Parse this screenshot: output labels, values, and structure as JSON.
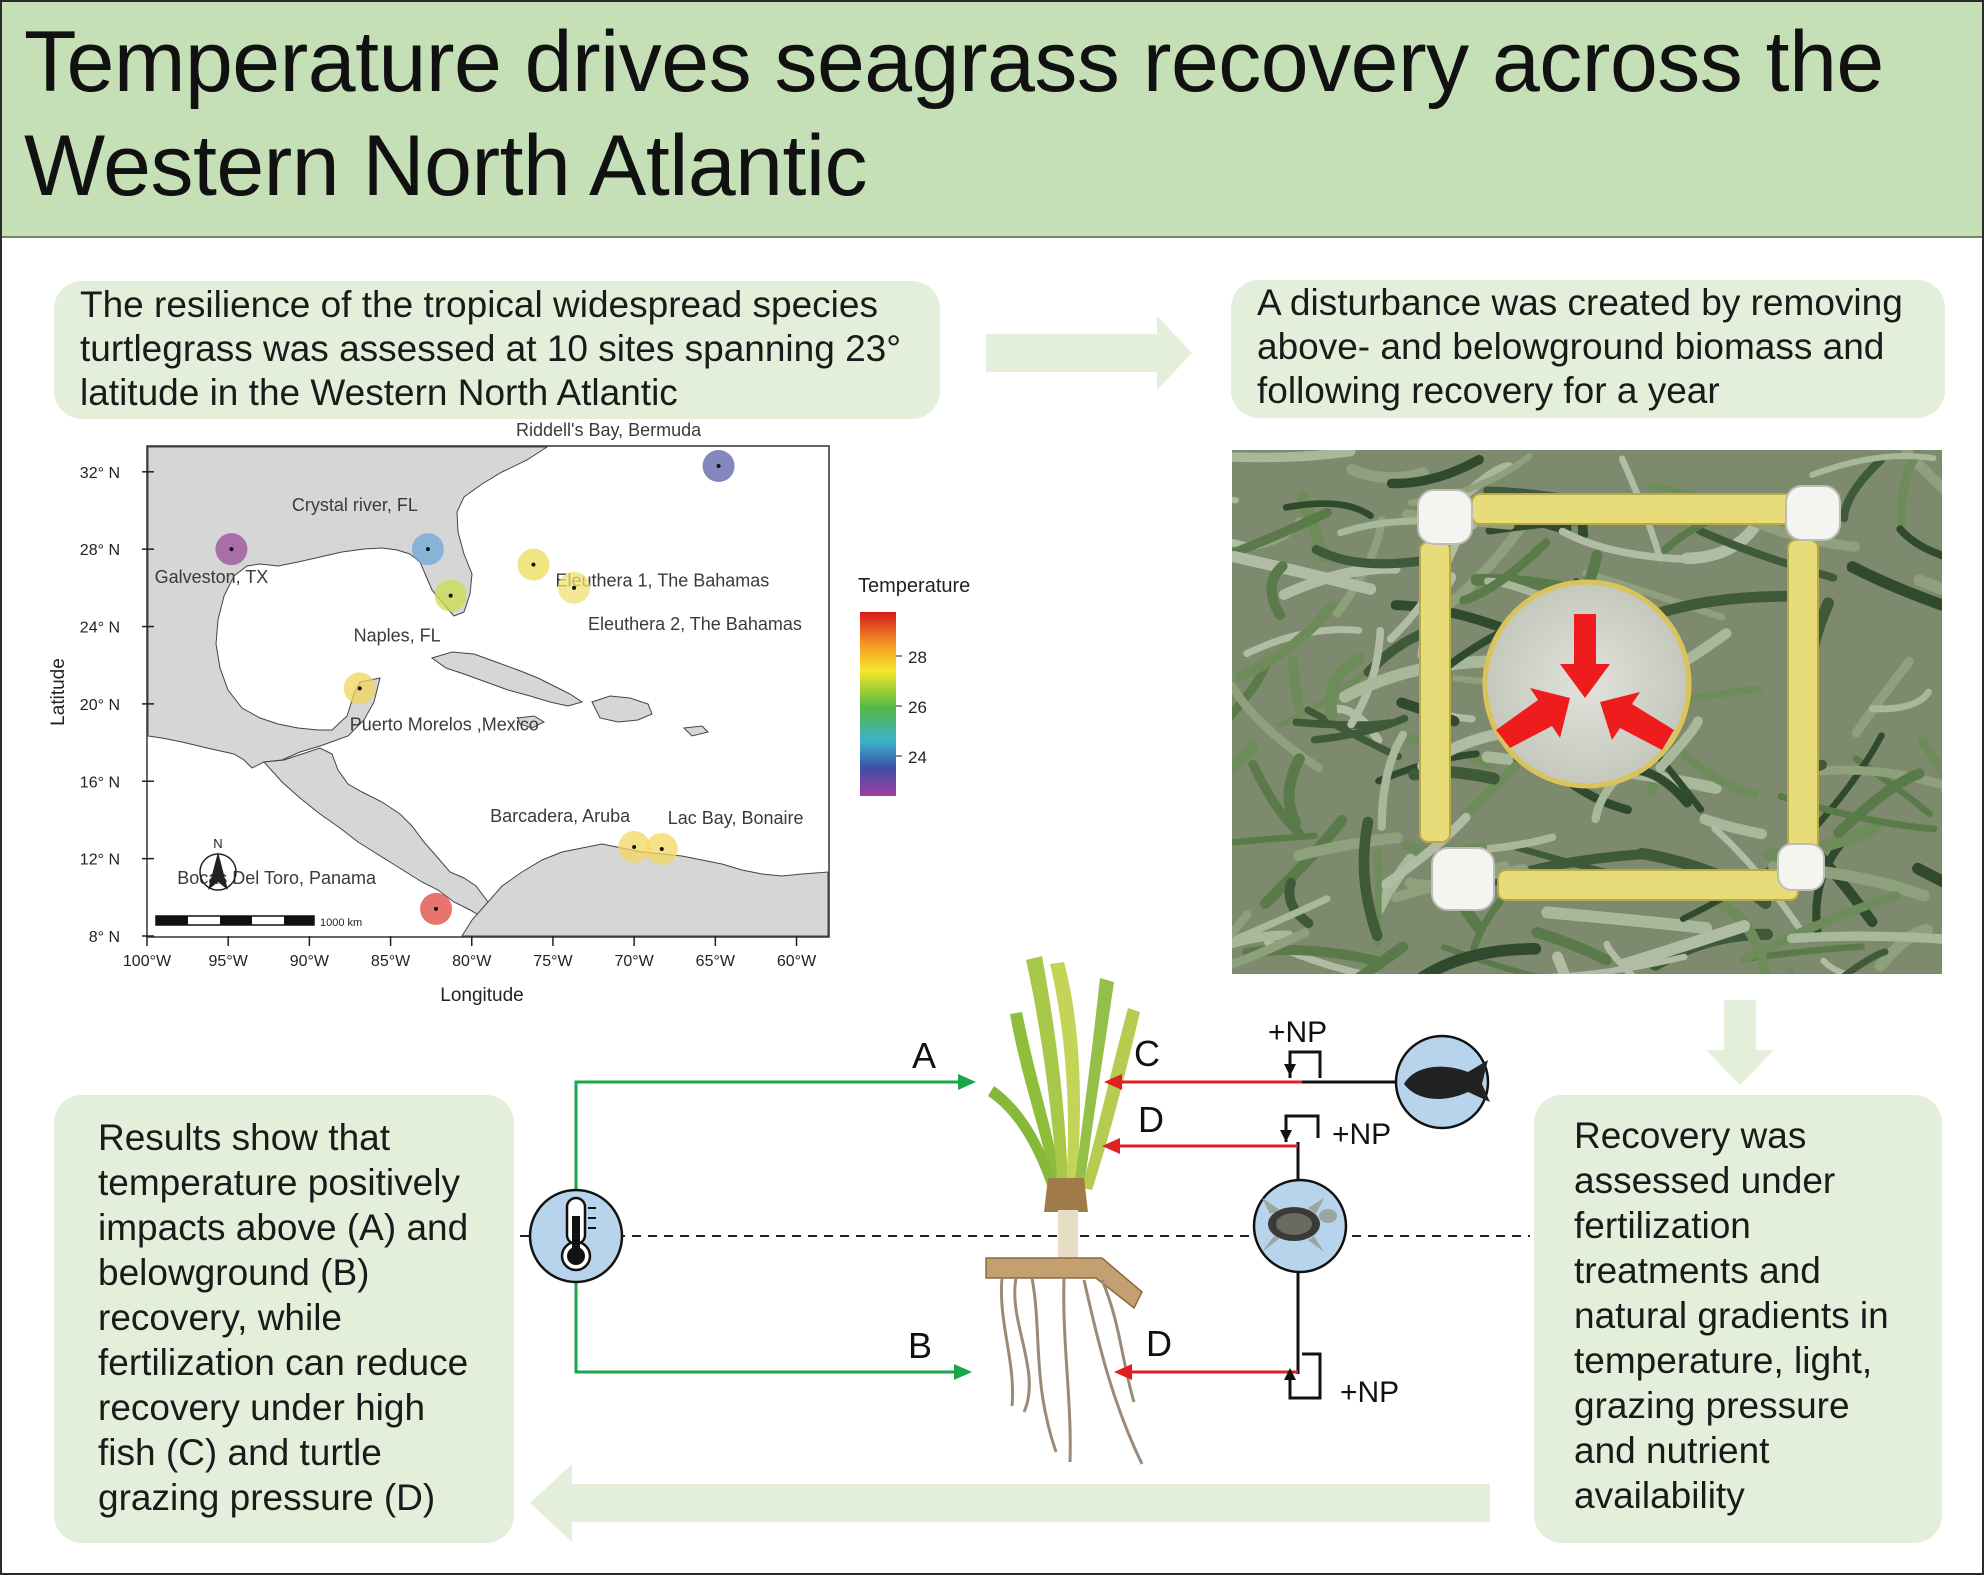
{
  "title": "Temperature drives seagrass recovery across the Western North Atlantic",
  "boxes": {
    "intro": "The resilience of the tropical widespread species turtlegrass was assessed at 10 sites spanning 23° latitude in the Western North Atlantic",
    "disturbance": "A disturbance was created by removing above- and belowground biomass and following recovery for a year",
    "results": "Results show that temperature positively impacts above (A) and belowground (B) recovery, while fertilization can reduce recovery under high fish (C) and turtle grazing pressure (D)",
    "assessment": "Recovery was assessed under fertilization treatments and natural gradients in temperature, light, grazing pressure and nutrient availability"
  },
  "map": {
    "ylabel": "Latitude",
    "xlabel": "Longitude",
    "lat_ticks": [
      "32° N",
      "28° N",
      "24° N",
      "20° N",
      "16° N",
      "12° N",
      "8° N"
    ],
    "lon_ticks": [
      "100°W",
      "95°W",
      "90°W",
      "85°W",
      "80°W",
      "75°W",
      "70°W",
      "65°W",
      "60°W"
    ],
    "scale_label": "1000 km",
    "north_label": "N",
    "legend_title": "Temperature",
    "legend_ticks": [
      "28",
      "26",
      "24"
    ],
    "sites": [
      {
        "label": "Riddell's Bay, Bermuda",
        "lon": -64.8,
        "lat": 32.3,
        "temp": 23.5,
        "color": "#5b5fa8"
      },
      {
        "label": "Crystal river,  FL",
        "lon": -82.7,
        "lat": 28.0,
        "temp": 24.8,
        "color": "#6fa6d8"
      },
      {
        "label": "Galveston, TX",
        "lon": -94.8,
        "lat": 28.0,
        "temp": 23.0,
        "color": "#9a4a9a"
      },
      {
        "label": "Eleuthera 1, The Bahamas",
        "lon": -76.2,
        "lat": 27.2,
        "temp": 27.5,
        "color": "#ecdc54"
      },
      {
        "label": "Eleuthera 2, The Bahamas",
        "lon": -73.7,
        "lat": 26.0,
        "temp": 27.8,
        "color": "#f0e070"
      },
      {
        "label": "Naples, FL",
        "lon": -81.3,
        "lat": 25.6,
        "temp": 26.8,
        "color": "#c9dc4c"
      },
      {
        "label": "Puerto Morelos ,Mexico",
        "lon": -86.9,
        "lat": 20.8,
        "temp": 28.0,
        "color": "#f0d45a"
      },
      {
        "label": "Barcadera, Aruba",
        "lon": -70.0,
        "lat": 12.6,
        "temp": 28.2,
        "color": "#f3d760"
      },
      {
        "label": "Lac Bay, Bonaire",
        "lon": -68.3,
        "lat": 12.5,
        "temp": 28.2,
        "color": "#f3d760"
      },
      {
        "label": "Bocas Del Toro, Panama",
        "lon": -82.2,
        "lat": 9.4,
        "temp": 29.0,
        "color": "#e0463e"
      }
    ]
  },
  "diagram": {
    "label_A": "A",
    "label_B": "B",
    "label_C": "C",
    "label_D_top": "D",
    "label_D_bottom": "D",
    "np_fish": "+NP",
    "np_turtle_top": "+NP",
    "np_turtle_bottom": "+NP"
  },
  "colors": {
    "banner": "#c5e0b6",
    "box": "#e3efda",
    "flow_arrow": "#e3efda",
    "positive_link": "#1aa64a",
    "negative_link": "#e02020",
    "icon_fill": "#b8d4ec"
  }
}
